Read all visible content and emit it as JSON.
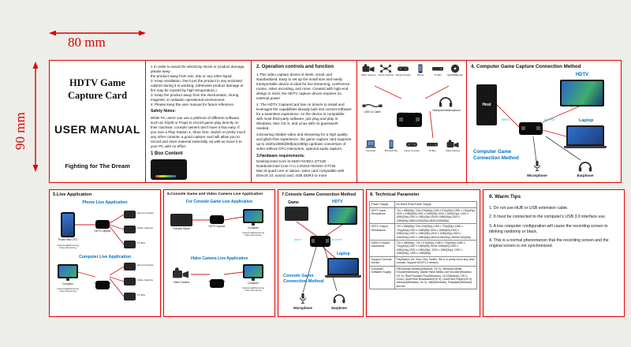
{
  "page": {
    "width_label": "80 mm",
    "height_label": "90 mm"
  },
  "colors": {
    "panel_border": "#e60000",
    "accent_blue": "#0070c0",
    "io_cyan": "#22d3e0",
    "dimension_red": "#dd0000"
  },
  "cover": {
    "title": "HDTV Game Capture Card",
    "subtitle": "USER MANUAL",
    "slogan": "Fighting for The Dream"
  },
  "safety": {
    "intro": "1 In order to avoid the electricity shock or product damage, please keep\nthe product away from rain, drip or any other liquid.\n2. Keep ventilation. Don't put the product in any enclosed cabinet during it is working; (otherwise product damage or fire may be caused by high temperature.)\n3. Keep the product away from the electrostatic, strong magnetic or radiation operational environment.\n4. Please keep the user manual for future reference.",
    "notes_title": "Safety Notes:",
    "notes_body": "While PC users can use a plethora of different software such as XSplit or Fraps to record game play directly on their machine, console owners don't have it that easy. If you own a Play Station 4, Xbox One, Switch or pretty much any other console, a good capture card will allow you to record and store material externally, as well as move it to your PC with no effort.",
    "box_title": "1 Box Content"
  },
  "operation": {
    "title": "2. Operation controls and function",
    "p1": "1.This video capture device is sleek, small, and standardized. Easy to set up the small size and easily transportable device is ideal for live streaming, conference rooms, video recording, and more. Created with high-end design in mind, the HDTV capture device requires no external power",
    "p2": "2. The HDTV CaptureCard has no drivers to install and leverages the capabilities already built into current software for a seamless experience. As the device is compatible with most third-party software, just plug and play in Windows, Mac OS X, and Linux with no guesswork needed.",
    "p3": "3.Ensuring reliable video and streaming for a high quality and glitch-free experience, the game capture card supports up to 1920x1080@60fps(1080p) up/down conversion of video without CPU interaction, optional audio capture.",
    "hardware_title": "3.Hardware requirements.",
    "hardware_body": "Desktop:Intel Core i5-3400+NVIDIA GTX30\nNotebook:Intel Core i7-u 2.0GHZ+NVIDIA GT730.\nMac:i5 quad-core or above, video card compatible with DirectX 10, sound card, 4GB DDR3 or more"
  },
  "box_devices": {
    "row1": [
      "Video Camera",
      "Drone Camera",
      "Game Console",
      "Phone",
      "TV Box",
      "Media&Blueray"
    ],
    "usb_label": "USB 3.0 Cable",
    "card_label": "HDTV Capture Card",
    "headset_label": "Headphone&Microphone",
    "row2": [
      "Computer",
      "Phone(OTG)",
      "Game Console",
      "TV Box",
      "Video Camera"
    ]
  },
  "method4": {
    "title": "4. Computer Game Capture Connection Method",
    "host_label": "Host",
    "hdtv_label": "HDTV",
    "laptop_label": "Laptop",
    "caption": "Computer Game\nConnection Method",
    "input_label": "INPUT",
    "output_label": "OUTPUT",
    "microphone_label": "Microphone",
    "earphone_label": "Earphone"
  },
  "live": {
    "title": "5.Live Application",
    "phone_subtitle": "Phone Live Application",
    "computer_subtitle": "Computer Live Application",
    "phone_device_label": "Phone With OTG",
    "computer_device_label": "Computer",
    "card_label": "HDTV Capture",
    "sources": [
      "Game Console",
      "Video Camera",
      "TV Box"
    ],
    "monitor_note": "Capturing&Monitoring\nVideo Monitoring"
  },
  "console_live": {
    "title": "6.Console Game and Video Camera Live Application",
    "console_subtitle": "For Console Game Live Application",
    "camera_subtitle": "Video Camera Live Application",
    "console_label": "Console Game",
    "camera_label": "Video Camera",
    "card_label": "HDTV Capture",
    "computer_label": "Computer",
    "monitor_note": "Capturing&Monitoring\nVideo Monitoring"
  },
  "method7": {
    "title": "7.Console Game Connection Method",
    "game_label": "Game",
    "hdtv_label": "HDTV",
    "laptop_label": "Laptop",
    "caption": "Console Game\nConnection Method",
    "input_label": "INPUT",
    "output_label": "OUTPUT",
    "microphone_label": "Microphone",
    "earphone_label": "Earphone"
  },
  "tech": {
    "title": "8. Technical Parameter",
    "rows": [
      {
        "name": "Power Supply",
        "value": "No Need Extra Power Supply"
      },
      {
        "name": "HDTV Input Resolutions",
        "value": "720 x 480(60p),720x 576(50p),1280 x720p(50p) 1280 x 720p(60p) 1920 x 1080(50i),1920 x 1080(60i),1920 x 1080(24p), 1920 x 1080(25p),1920 x 1080(30p),1920x 1080(50p),1920 x 1080(60p),3840x2160(30p),3840x2160(60p)"
      },
      {
        "name": "HDTV Output Resolutions",
        "value": "720 x 480(60p),720x 576(50p),1280 x 720p(50p) 1280 x 720p(60p),1920 x 1080(50i),1920 x 1080(60i),1920 x 1080(24p),1920 x 1080(25p),1920 x 1080(30p),1920 x 1080(50p),1920 x 1080(60p),3840x2160(30p),3840x2160(60p)"
      },
      {
        "name": "USB2.0 Output resolutions",
        "value": "720 x 480(60p), 720 x 576(50p), 1280 x 720p(50p) 1280 x 720p(60p),1920 x 1080(50i),1920x 1080(60i),1920 x 1080(24p),1920 x 1080(25p), 1920 x 1080(30p), 1920 x 1080(50p), 1920 x 1080(60p)"
      },
      {
        "name": "Support Console Device",
        "value": "PlayStation 3/4, Xbox One, Switch, Wii U or pretty much any other console, Support HDCP1.2 devices"
      },
      {
        "name": "Computer Software Supply",
        "value": "OBS(Studio version)(Windows, OS X), Windows Media Encoder(Windows), Adobe Flash Media Live Encoder(Windows, OS X), Real Producer Plus(Windows), VLC(Windows, OS X, Linux), QuickTime Broadcaster(OS X), QuickTime Player(OS X), Wirecast(Windows, Os X), vMix(Windows), Potplayer(Windows) and etc"
      }
    ]
  },
  "tips": {
    "title": "9. Warm Tips",
    "items": [
      "1. Do not use HUB or USB extension cable.",
      "2. It must be connected to the computer's USB 3.0 interface use.",
      "3. A low computer configuration will cause the recording screen to blinking randomly or black.",
      "4. This is a normal phenomenon that the recording screen and the original screen is not synchronized."
    ]
  }
}
